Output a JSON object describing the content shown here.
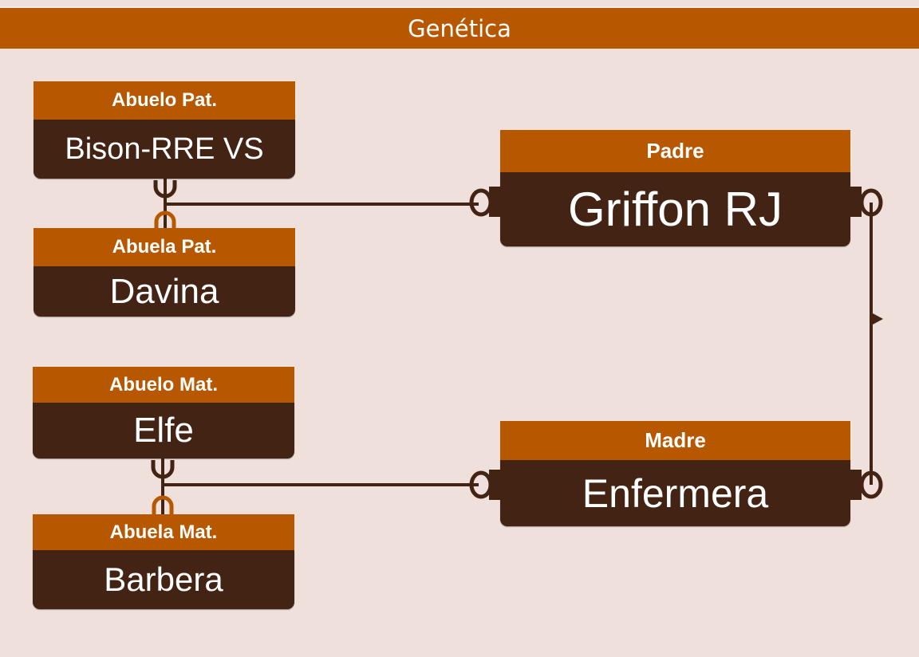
{
  "title": "Genética",
  "nodes": {
    "abuelo_pat": {
      "role": "Abuelo Pat.",
      "name": "Bison-RRE VS"
    },
    "abuela_pat": {
      "role": "Abuela Pat.",
      "name": "Davina"
    },
    "abuelo_mat": {
      "role": "Abuelo Mat.",
      "name": "Elfe"
    },
    "abuela_mat": {
      "role": "Abuela Mat.",
      "name": "Barbera"
    },
    "padre": {
      "role": "Padre",
      "name": "Griffon RJ"
    },
    "madre": {
      "role": "Madre",
      "name": "Enfermera"
    }
  },
  "colors": {
    "background": "#efe0db",
    "header": "#b75800",
    "body": "#432414",
    "connector_dark": "#432414",
    "connector_orange": "#b75800"
  }
}
